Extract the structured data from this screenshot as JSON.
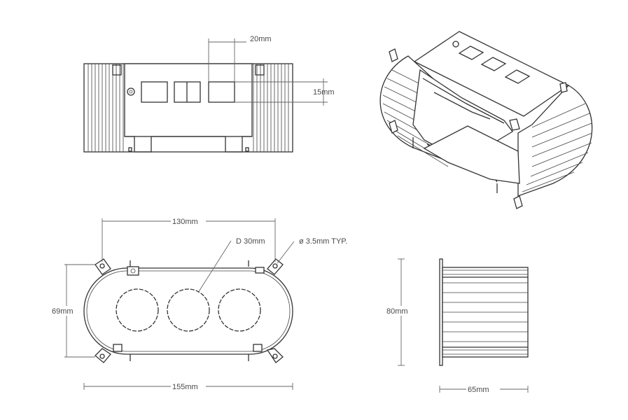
{
  "dimensions": {
    "top_opening_width": "20mm",
    "top_opening_height": "15mm",
    "hole_spacing": "130mm",
    "hole_diameter": "D 30mm",
    "fixing_hole": "ø 3.5mm TYP.",
    "depth_inner": "69mm",
    "overall_length": "155mm",
    "height": "80mm",
    "side_depth": "65mm"
  }
}
